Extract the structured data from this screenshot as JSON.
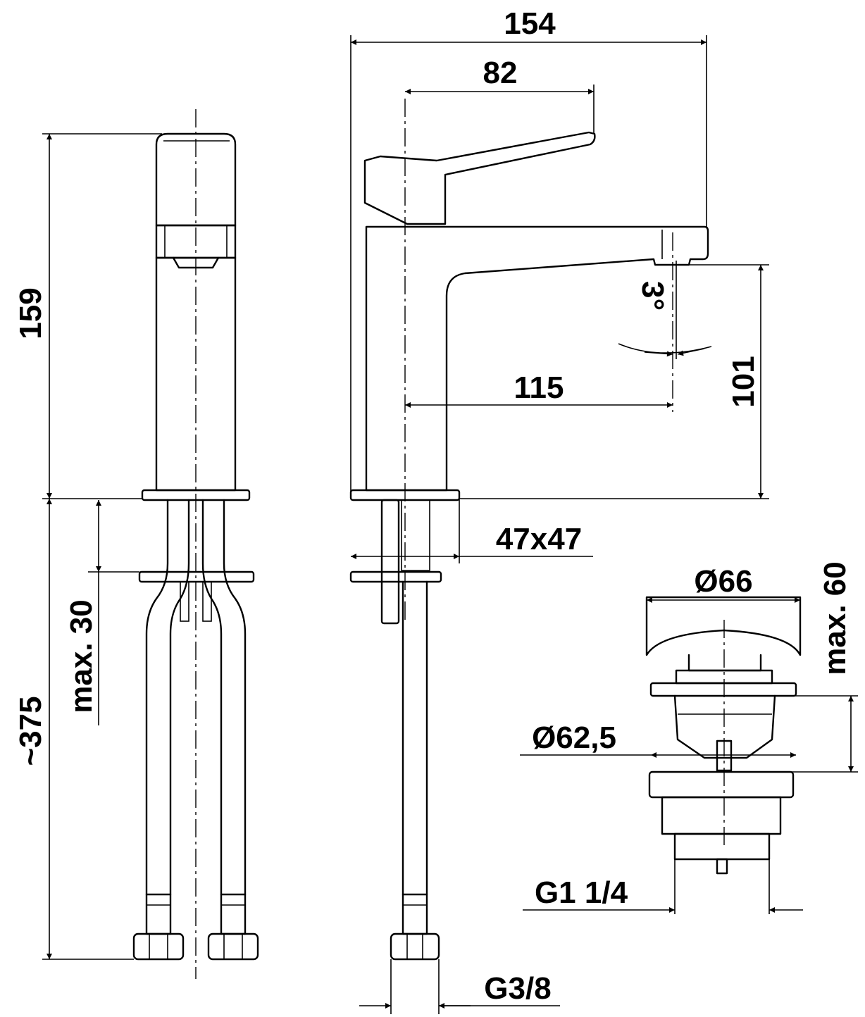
{
  "dimensions": {
    "width_total": "154",
    "handle_reach": "82",
    "spout_reach": "115",
    "height_body": "159",
    "spout_height": "101",
    "angle": "3°",
    "base_size": "47x47",
    "max_thickness": "max. 30",
    "hose_length": "~375",
    "hose_thread": "G3/8",
    "waste_cap_diameter": "Ø66",
    "waste_max_height": "max. 60",
    "waste_flange_diameter": "Ø62,5",
    "waste_thread": "G1 1/4"
  }
}
